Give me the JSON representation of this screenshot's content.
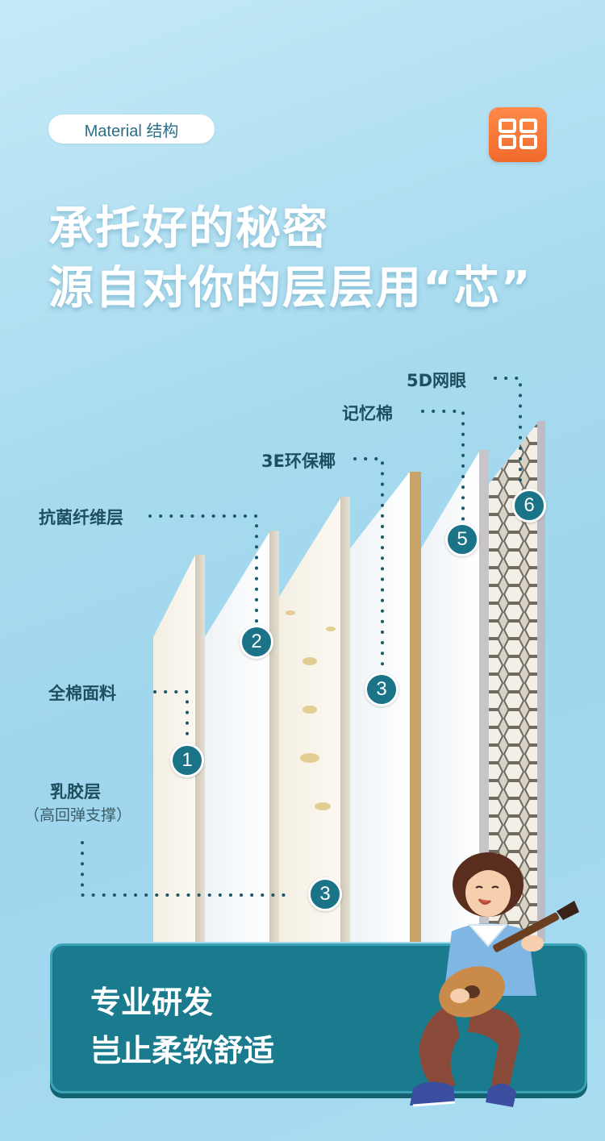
{
  "badge": {
    "label": "Material 结构"
  },
  "headline": {
    "line1": "承托好的秘密",
    "line2": "源自对你的层层用“芯”"
  },
  "layers": [
    {
      "name": "全棉面料",
      "number": "1"
    },
    {
      "name": "抗菌纤维层",
      "number": "2"
    },
    {
      "name": "3E环保椰",
      "number": "3"
    },
    {
      "name": "乳胶层",
      "sub": "（高回弹支撑）",
      "number": "3"
    },
    {
      "name": "记忆棉",
      "number": "5"
    },
    {
      "name": "5D网眼",
      "number": "6"
    }
  ],
  "panel": {
    "line1": "专业研发",
    "line2": "岂止柔软舒适"
  },
  "colors": {
    "background": "#a9dbef",
    "accent": "#1a7387",
    "logo": "#f06a2b",
    "panel": "#1a7b8e"
  },
  "icons": {
    "logo": "brand-logo-icon",
    "character": "guitar-girl-illustration"
  }
}
